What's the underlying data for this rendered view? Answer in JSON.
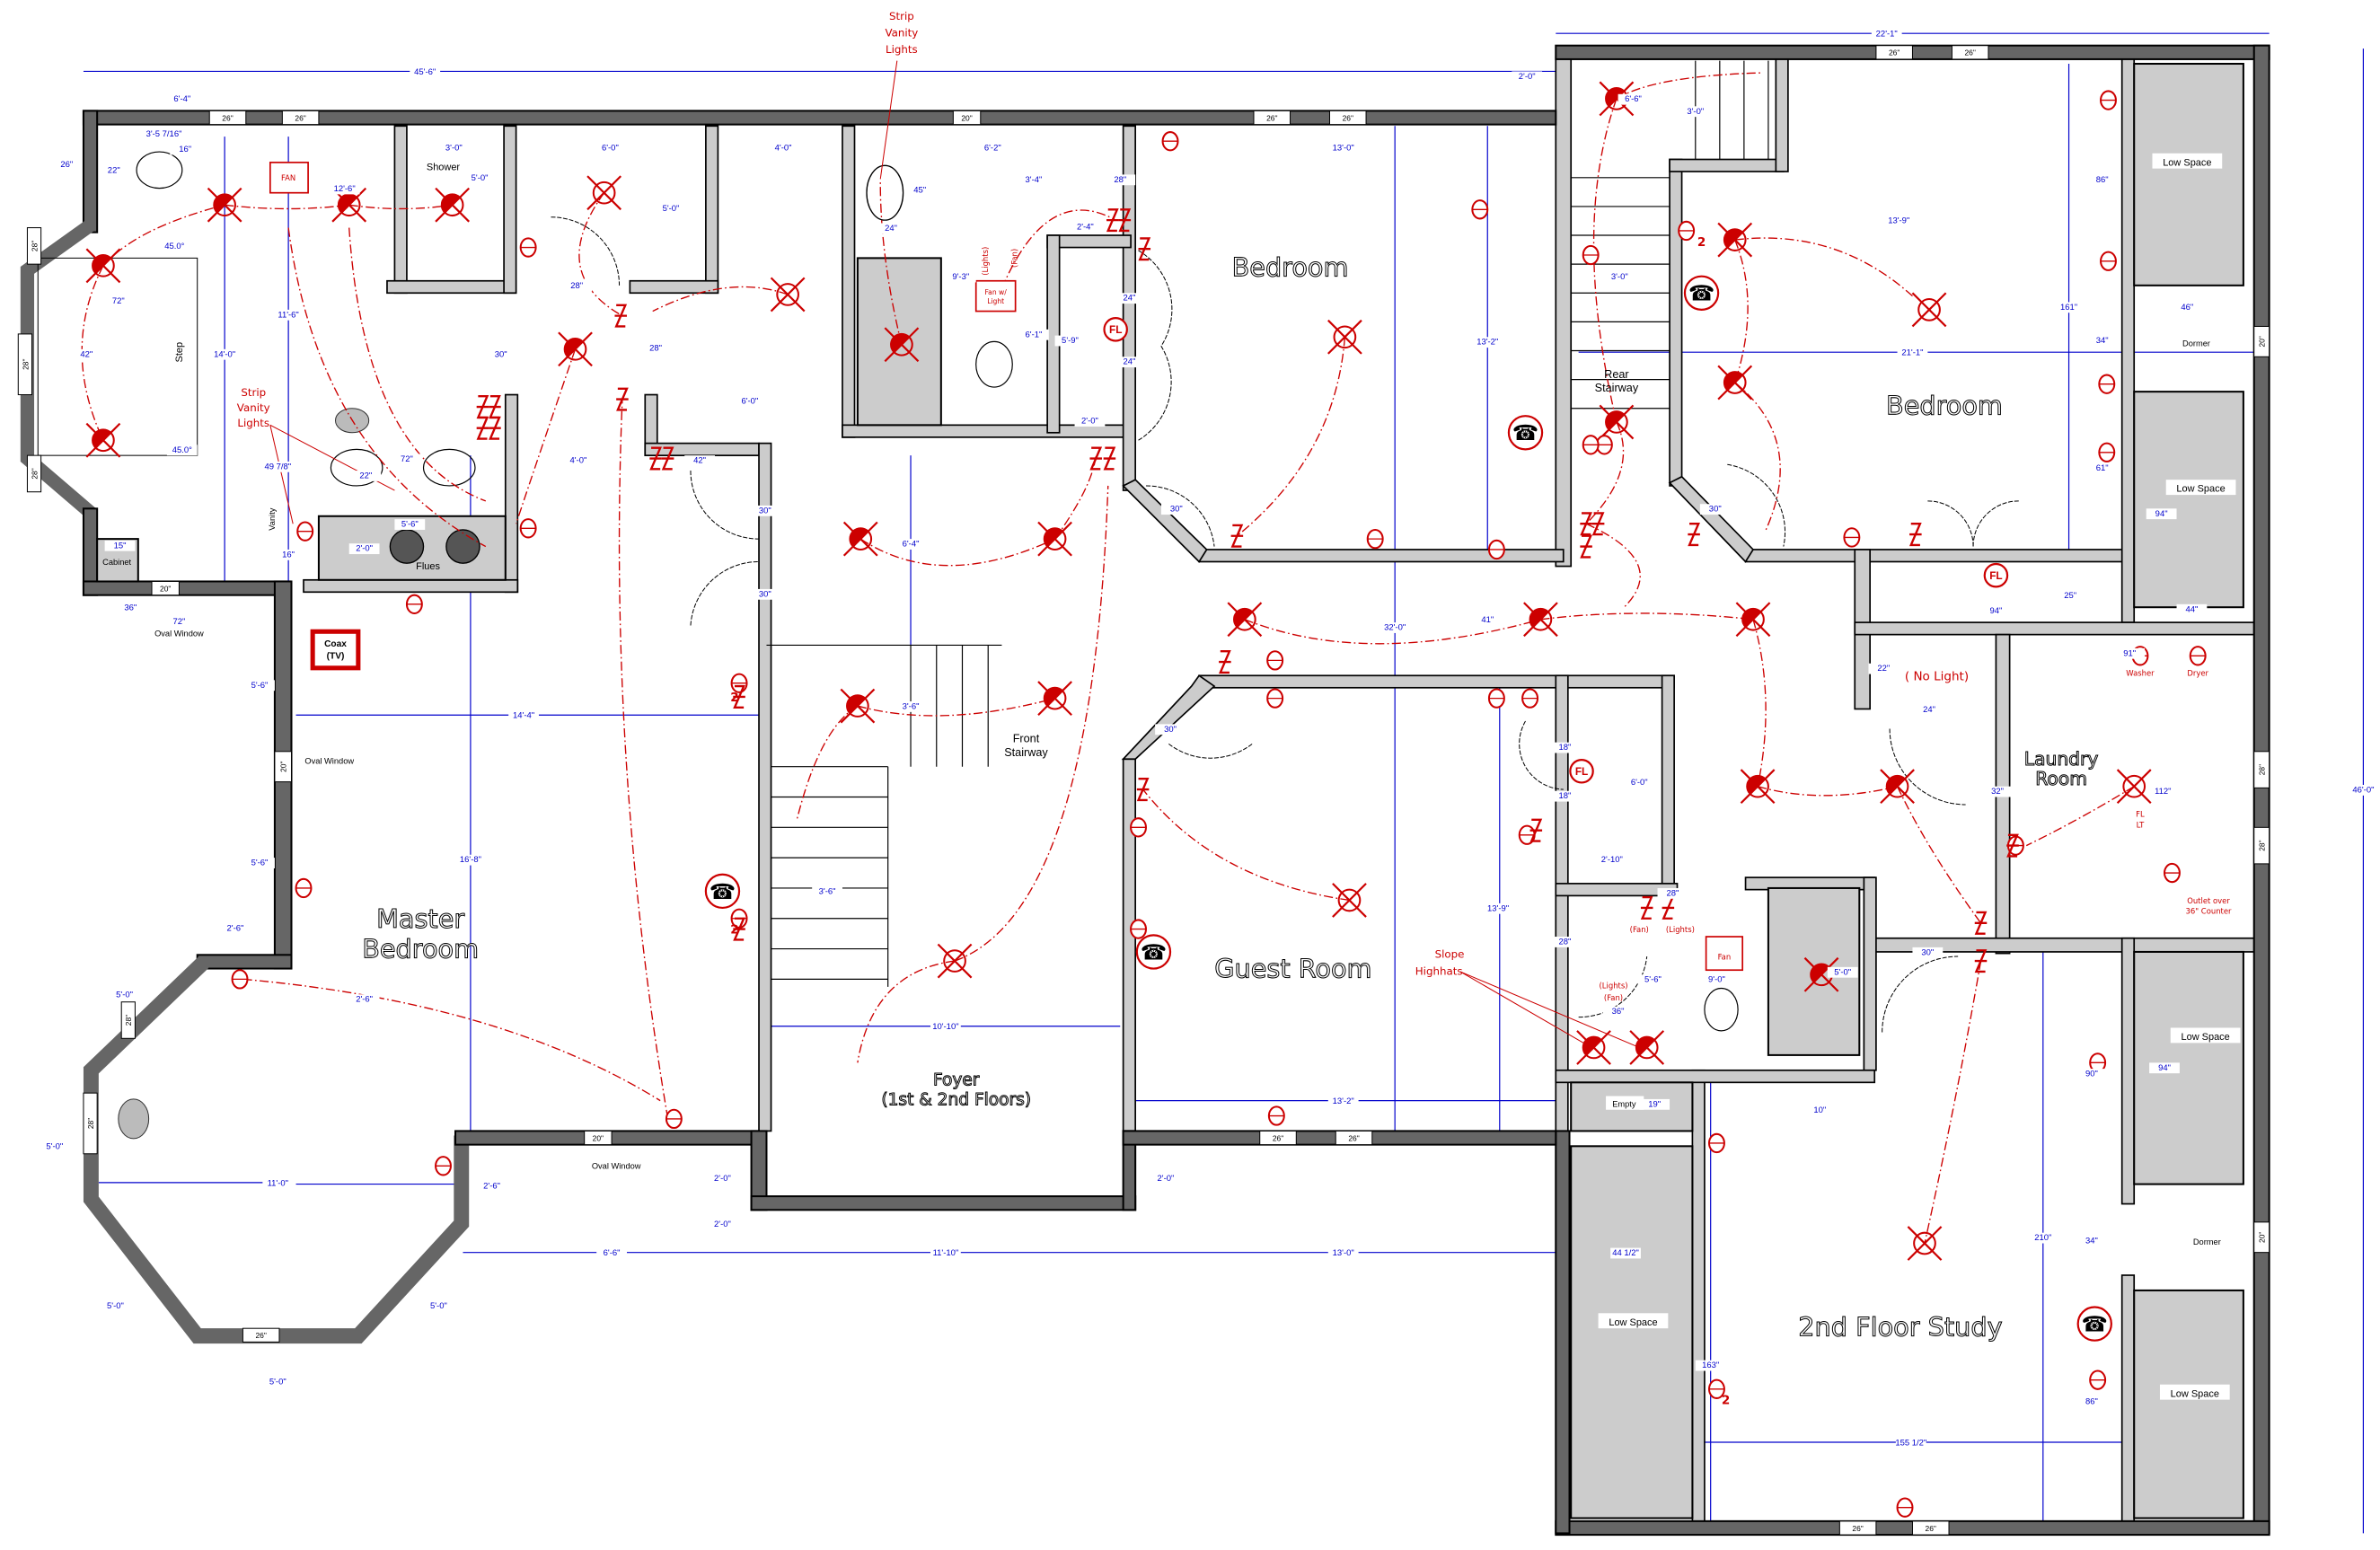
{
  "colors": {
    "wall_exterior": "#666666",
    "wall_interior": "#cccccc",
    "dimension": "#0000cc",
    "electrical": "#cc0000"
  },
  "rooms": {
    "bedroom_top": "Bedroom",
    "bedroom_right": "Bedroom",
    "master_1": "Master",
    "master_2": "Bedroom",
    "guest": "Guest Room",
    "study": "2nd Floor Study",
    "laundry_1": "Laundry",
    "laundry_2": "Room",
    "foyer_1": "Foyer",
    "foyer_2": "(1st & 2nd Floors)",
    "front_stair_1": "Front",
    "front_stair_2": "Stairway",
    "rear_stair_1": "Rear",
    "rear_stair_2": "Stairway"
  },
  "labels": {
    "shower": "Shower",
    "step": "Step",
    "flues": "Flues",
    "cabinet": "Cabinet",
    "vanity": "Vanity",
    "low_space": "Low Space",
    "dormer": "Dormer",
    "oval_window": "Oval Window",
    "empty": "Empty"
  },
  "annotations": {
    "strip_vanity_lights": [
      "Strip",
      "Vanity",
      "Lights"
    ],
    "slope_highhats": [
      "Slope",
      "Highhats"
    ],
    "no_light": "( No Light)",
    "washer": "Washer",
    "dryer": "Dryer",
    "fl_lt": [
      "FL",
      "LT"
    ],
    "outlet_counter": [
      "Outlet over",
      "36\" Counter"
    ],
    "lights": "(Lights)",
    "fan": "(Fan)",
    "fan_box": "FAN",
    "fan_light": [
      "Fan w/",
      "Light"
    ],
    "fan_small": "Fan",
    "coax": [
      "Coax",
      "(TV)"
    ],
    "fl": "FL",
    "circuit_2": "2"
  },
  "icons": {
    "recessed_light": "recessed-light-icon",
    "ceiling_light": "ceiling-light-icon",
    "outlet": "outlet-icon",
    "switch": "switch-icon",
    "phone": "phone-jack-icon",
    "fluorescent": "fluorescent-light-icon"
  },
  "windows": [
    "26\"",
    "26\"",
    "20\"",
    "26\"",
    "26\"",
    "26\"",
    "26\"",
    "20\"",
    "20\"",
    "26\"",
    "26\"",
    "26\"",
    "26\"",
    "26\"",
    "28\"",
    "28\"",
    "28\"",
    "28\"",
    "28\"",
    "20\"",
    "20\"",
    "20\"",
    "28\"",
    "28\""
  ],
  "dims": [
    "45'-6\"",
    "22'-1\"",
    "6'-4\"",
    "3'-5 7/16\"",
    "16\"",
    "26\"",
    "22\"",
    "12'-6\"",
    "14'-0\"",
    "11'-6\"",
    "72\"",
    "42\"",
    "45.0°",
    "45.0°",
    "3'-0\"",
    "5'-0\"",
    "6'-0\"",
    "5'-0\"",
    "4'-0\"",
    "30\"",
    "28\"",
    "28\"",
    "6'-0\"",
    "4'-0\"",
    "42\"",
    "72\"",
    "22\"",
    "49 7/8\"",
    "5'-6\"",
    "2'-0\"",
    "15\"",
    "16\"",
    "36\"",
    "72\"",
    "30\"",
    "30\"",
    "6'-4\"",
    "6'-2\"",
    "9'-3\"",
    "3'-4\"",
    "45\"",
    "24\"",
    "28\"",
    "2'-4\"",
    "6'-1\"",
    "5'-9\"",
    "2'-0\"",
    "24\"",
    "24\"",
    "13'-0\"",
    "2'-0\"",
    "13'-2\"",
    "30\"",
    "32'-0\"",
    "41\"",
    "30\"",
    "14'-4\"",
    "5'-6\"",
    "5'-6\"",
    "2'-6\"",
    "16'-8\"",
    "5'-0\"",
    "5'-0\"",
    "11'-0\"",
    "2'-6\"",
    "2'-0\"",
    "5'-0\"",
    "5'-0\"",
    "5'-0\"",
    "6'-6\"",
    "11'-10\"",
    "13'-0\"",
    "2'-0\"",
    "3'-6\"",
    "3'-6\"",
    "10'-10\"",
    "13'-2\"",
    "13'-9\"",
    "18\"",
    "18\"",
    "6'-0\"",
    "2'-10\"",
    "28\"",
    "28\"",
    "5'-6\"",
    "9'-0\"",
    "36\"",
    "5'-0\"",
    "19\"",
    "10\"",
    "6'-6\"",
    "3'-0\"",
    "3'-0\"",
    "13'-9\"",
    "21'-1\"",
    "161\"",
    "86\"",
    "34\"",
    "61\"",
    "46\"",
    "94\"",
    "25\"",
    "94\"",
    "44\"",
    "30\"",
    "22\"",
    "24\"",
    "91\"",
    "112\"",
    "32\"",
    "30\"",
    "46'-0\"",
    "90\"",
    "94\"",
    "34\"",
    "86\"",
    "210\"",
    "163\"",
    "44 1/2\"",
    "155 1/2\"",
    "2'-6\"",
    "2'-0\""
  ]
}
